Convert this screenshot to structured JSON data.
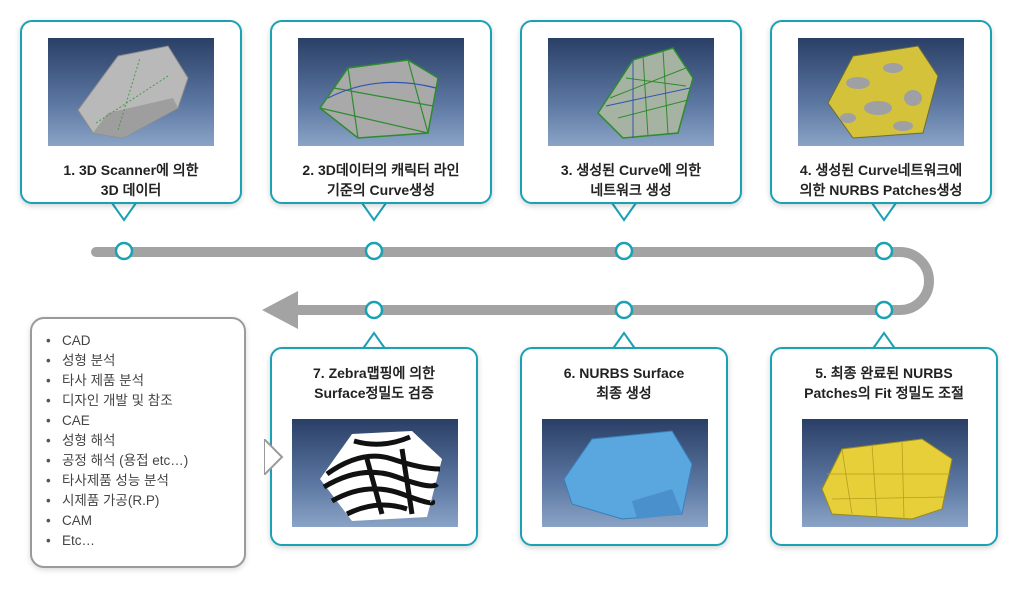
{
  "steps": [
    {
      "line1": "1. 3D Scanner에 의한",
      "line2": "3D 데이터"
    },
    {
      "line1": "2. 3D데이터의 캐릭터 라인",
      "line2": "기준의 Curve생성"
    },
    {
      "line1": "3. 생성된 Curve에 의한",
      "line2": "네트워크 생성"
    },
    {
      "line1": "4. 생성된 Curve네트워크에",
      "line2": "의한 NURBS Patches생성"
    },
    {
      "line1": "5. 최종 완료된 NURBS",
      "line2": "Patches의 Fit 정밀도 조절"
    },
    {
      "line1": "6. NURBS Surface",
      "line2": "최종 생성"
    },
    {
      "line1": "7. Zebra맵핑에 의한",
      "line2": "Surface정밀도 검증"
    }
  ],
  "applications": [
    "CAD",
    "성형 분석",
    "타사 제품 분석",
    "디자인 개발 및 참조",
    "CAE",
    "성형 해석",
    "공정 해석 (용접 etc…)",
    "타사제품 성능 분석",
    "시제품 가공(R.P)",
    "CAM",
    "Etc…"
  ],
  "colors": {
    "teal": "#1aa1b4",
    "track": "#9e9e9e",
    "yellow": "#e8d03a",
    "blue": "#5aa7e0"
  }
}
